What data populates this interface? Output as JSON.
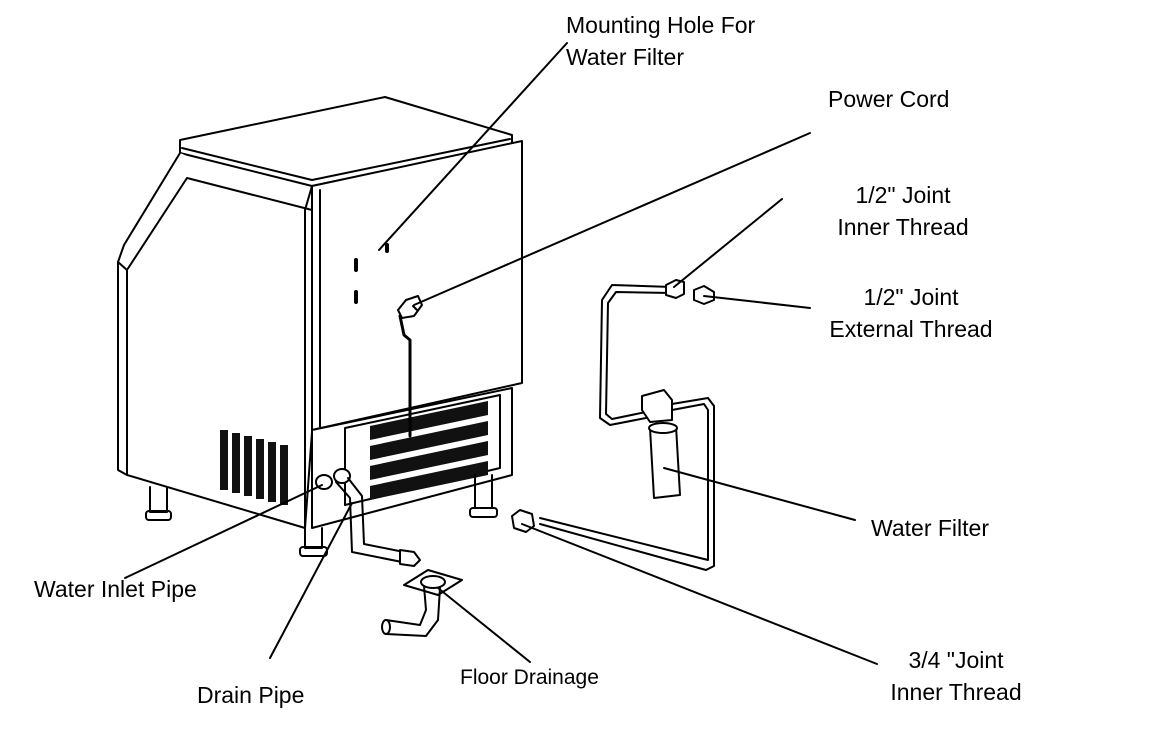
{
  "labels": {
    "mounting_hole": [
      "Mounting Hole For",
      "Water Filter"
    ],
    "power_cord": "Power Cord",
    "joint_inner_half": [
      "1/2\" Joint",
      "Inner Thread"
    ],
    "joint_external_half": [
      "1/2\" Joint",
      "External Thread"
    ],
    "water_filter": "Water Filter",
    "water_inlet_pipe": "Water Inlet Pipe",
    "drain_pipe": "Drain Pipe",
    "floor_drainage": "Floor Drainage",
    "joint_inner_three_quarter": [
      "3/4 \"Joint",
      "Inner Thread"
    ]
  },
  "colors": {
    "line": "#000000",
    "background": "#ffffff",
    "fill_dark": "#111111"
  }
}
